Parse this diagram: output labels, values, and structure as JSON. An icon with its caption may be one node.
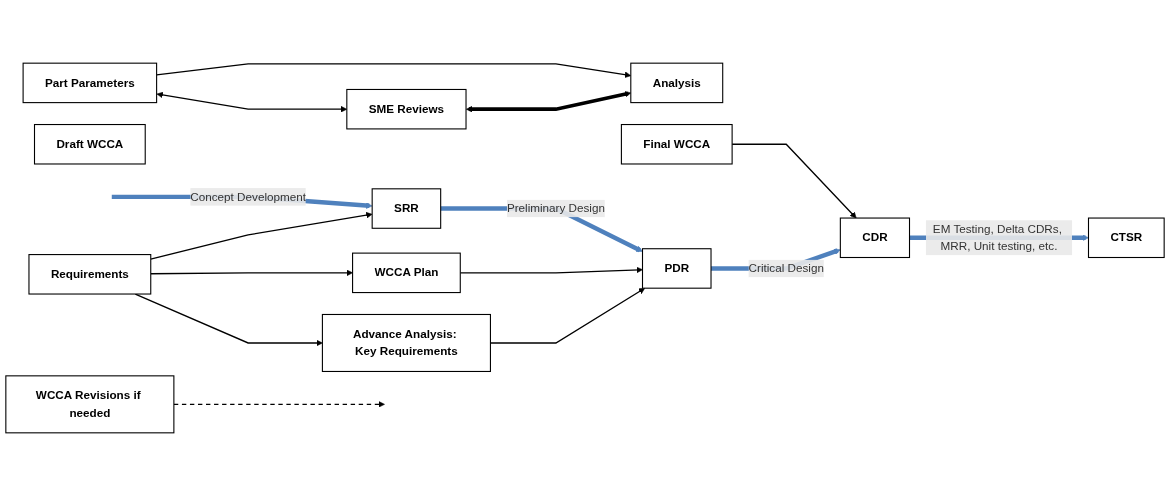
{
  "diagram": {
    "nodes": [
      {
        "text": [
          "Part Parameters"
        ]
      },
      {
        "text": [
          "SME Reviews"
        ]
      },
      {
        "text": [
          "Analysis"
        ]
      },
      {
        "text": [
          "Advance Analysis: Key Requirements"
        ]
      },
      {
        "text": [
          "Draft WCCA"
        ]
      },
      {
        "text": [
          "Final WCCA"
        ]
      },
      {
        "text": [
          "Requirements"
        ]
      },
      {
        "text": [
          "WCCA Plan"
        ]
      },
      {
        "text": [
          "WCCA Revisions if needed"
        ]
      },
      {
        "text": [
          "SRR"
        ]
      },
      {
        "text": [
          "PDR"
        ]
      },
      {
        "text": [
          "CDR"
        ]
      },
      {
        "text": [
          "CTSR"
        ]
      }
    ],
    "edges": [
      {
        "from": 0,
        "to": 1,
        "arrow": "both"
      },
      {
        "from": 1,
        "to": 2,
        "arrow": "both",
        "style": "thick"
      },
      {
        "from": 0,
        "to": 2,
        "arrow": "to"
      },
      {
        "from": 6,
        "to": 3,
        "arrow": "to"
      },
      {
        "from": 6,
        "to": 7,
        "arrow": "to"
      },
      {
        "from": 6,
        "to": 9,
        "arrow": "to"
      },
      {
        "from": 3,
        "to": 10,
        "arrow": "to"
      },
      {
        "from": 7,
        "to": 10,
        "arrow": "to"
      },
      {
        "from": 5,
        "to": 11,
        "arrow": "to"
      },
      {
        "from": 8,
        "to": null,
        "arrow": "to",
        "style": "dashed"
      },
      {
        "from": null,
        "to": 9,
        "arrow": "to",
        "label": "Concept Development",
        "style": "thick",
        "color": "#4f81bd"
      },
      {
        "from": 9,
        "to": 10,
        "arrow": "to",
        "label": "Preliminary Design",
        "style": "thick",
        "color": "#4f81bd"
      },
      {
        "from": 10,
        "to": 11,
        "arrow": "to",
        "label": "Critical Design",
        "style": "thick",
        "color": "#4f81bd"
      },
      {
        "from": 11,
        "to": 12,
        "arrow": "to",
        "label": "EM Testing, Delta CDRs, MRR, Unit testing, etc.",
        "style": "thick",
        "color": "#4f81bd"
      }
    ]
  }
}
